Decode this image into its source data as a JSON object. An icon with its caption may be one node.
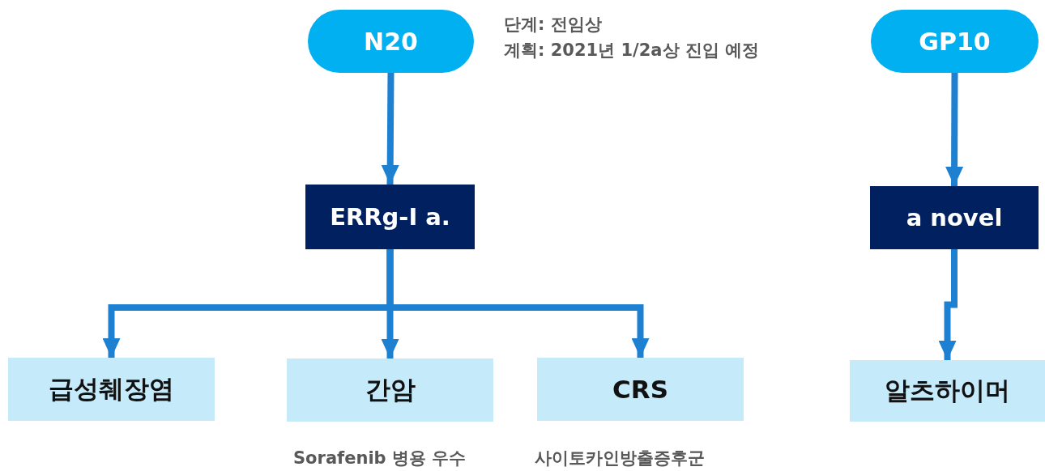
{
  "diagram": {
    "nodes": [
      {
        "text": [
          "N20"
        ],
        "beside": [
          "단계: 전임상",
          "계획: 2021년 1/2a상 진입 예정"
        ]
      },
      {
        "text": [
          "GP10"
        ]
      },
      {
        "text": [
          "ERRg-I a."
        ]
      },
      {
        "text": [
          "a novel"
        ]
      },
      {
        "text": [
          "급성췌장염"
        ]
      },
      {
        "text": [
          "간암"
        ],
        "beside": [
          "Sorafenib 병용 우수"
        ]
      },
      {
        "text": [
          "CRS"
        ],
        "beside": [
          "사이토카인방출증후군"
        ]
      },
      {
        "text": [
          "알츠하이머"
        ]
      }
    ],
    "edges": [
      {
        "from": 0,
        "to": 2,
        "arrow": "to"
      },
      {
        "from": 1,
        "to": 3,
        "arrow": "to"
      },
      {
        "from": 2,
        "to": 4,
        "arrow": "to"
      },
      {
        "from": 2,
        "to": 5,
        "arrow": "to"
      },
      {
        "from": 2,
        "to": 6,
        "arrow": "to"
      },
      {
        "from": 3,
        "to": 7,
        "arrow": "to"
      }
    ]
  }
}
